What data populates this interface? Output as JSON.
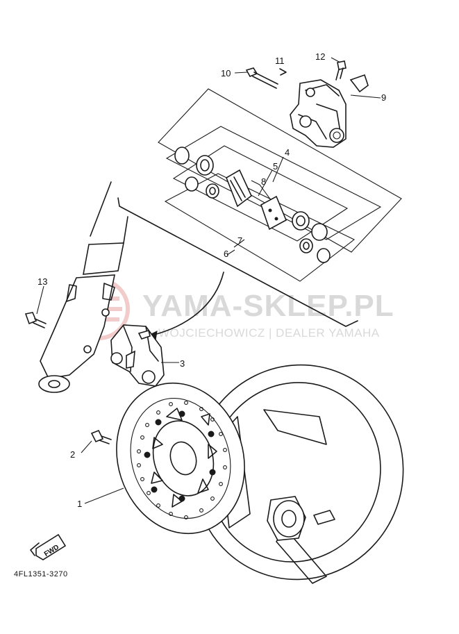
{
  "diagram_code": "4FL1351-3270",
  "watermark": {
    "title": "YAMA-SKLEP.PL",
    "subtitle": "WOJCIECHOWICZ | DEALER YAMAHA",
    "color": "#d9d9d9",
    "logo_color": "#e8a2a2"
  },
  "direction_badge": "FWD",
  "callouts": [
    "1",
    "2",
    "3",
    "4",
    "5",
    "6",
    "7",
    "8",
    "9",
    "10",
    "11",
    "12",
    "13"
  ],
  "colors": {
    "line": "#1a1a1a",
    "background": "#ffffff"
  }
}
